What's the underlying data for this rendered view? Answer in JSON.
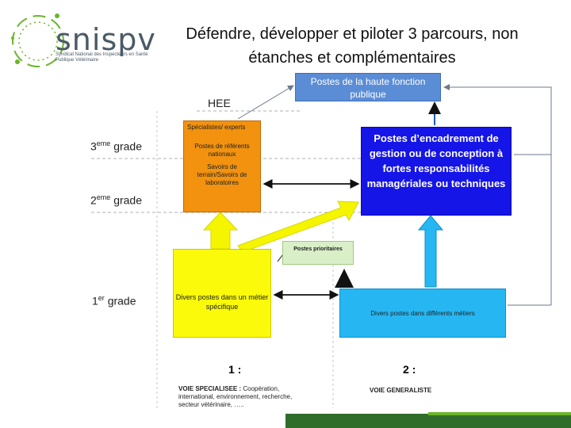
{
  "header": {
    "logo": {
      "wordmark": "snispv",
      "subtitle": "Syndicat National des Inspecteurs en Santé Publique Vétérinaire"
    },
    "title": "Défendre, développer et piloter 3 parcours, non étanches et complémentaires"
  },
  "diagram": {
    "hee_label": "HEE",
    "grades": {
      "g3": {
        "ord": "3",
        "sup": "eme",
        "word": " grade"
      },
      "g2": {
        "ord": "2",
        "sup": "eme",
        "word": " grade"
      },
      "g1": {
        "ord": "1",
        "sup": "er",
        "word": " grade"
      }
    },
    "boxes": {
      "haute_fonction": "Postes de la haute fonction publique",
      "encadrement": "Postes d’encadrement de gestion ou de conception à fortes responsabilités managériales ou techniques",
      "orange": [
        "Spécialistes/ experts",
        "Postes de référents nationaux",
        "Savoirs de terrain/Savoirs de laboratoires"
      ],
      "yellow": "Divers postes dans un métier spécifique",
      "cyan": "Divers postes dans différents métiers",
      "green": "Postes prioritaires"
    },
    "tracks": {
      "n1": "1 :",
      "n2": "2 :",
      "voie_specialisee_title": "VOIE SPECIALISEE :",
      "voie_specialisee_text": " Coopération, international, environnement, recherche, secteur vétérinaire, …..",
      "voie_generaliste": "VOIE GENERALISTE"
    },
    "colors": {
      "blue_light": "#5b8dd6",
      "blue_dark": "#1515e8",
      "orange": "#f2920e",
      "yellow": "#fafa0a",
      "cyan": "#26b7f2",
      "green": "#d9efc8",
      "logo_green": "#6ab52a"
    }
  }
}
